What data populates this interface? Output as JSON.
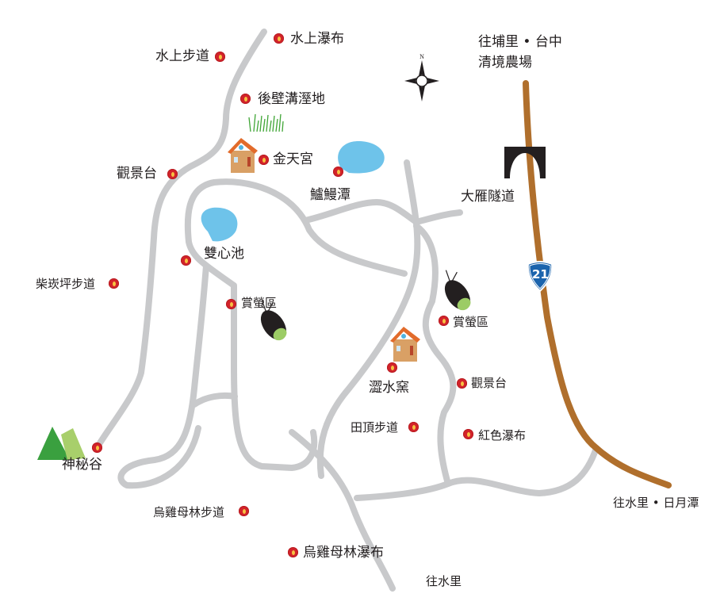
{
  "map": {
    "compass": {
      "label": "N"
    },
    "highway": {
      "number": "21",
      "color": "#b06f2c",
      "shield_color": "#1b64ad"
    },
    "road_color": "#c8c9cb",
    "lake_color": "#6ec3ea",
    "directions": {
      "north_line1": "往埔里 • 台中",
      "north_line2": "清境農場",
      "south_east": "往水里 • 日月潭",
      "south": "往水里"
    },
    "tunnel": {
      "label": "大雁隧道"
    },
    "places": {
      "shuishang_waterfall": "水上瀑布",
      "shuishang_trail": "水上步道",
      "houbigou_wetland": "後壁溝溼地",
      "jintian_temple": "金天宮",
      "lumanTan": "鱸鰻潭",
      "viewpoint_west": "觀景台",
      "shuangxin_pond": "雙心池",
      "chaiguping_trail": "柴崁坪步道",
      "firefly_west": "賞螢區",
      "firefly_east": "賞螢區",
      "sesuiyao": "澀水窯",
      "viewpoint_east": "觀景台",
      "tianding_trail": "田頂步道",
      "red_waterfall": "紅色瀑布",
      "mystic_valley": "神秘谷",
      "wujimulin_trail": "烏雞母林步道",
      "wujimulin_waterfall": "烏雞母林瀑布"
    }
  }
}
